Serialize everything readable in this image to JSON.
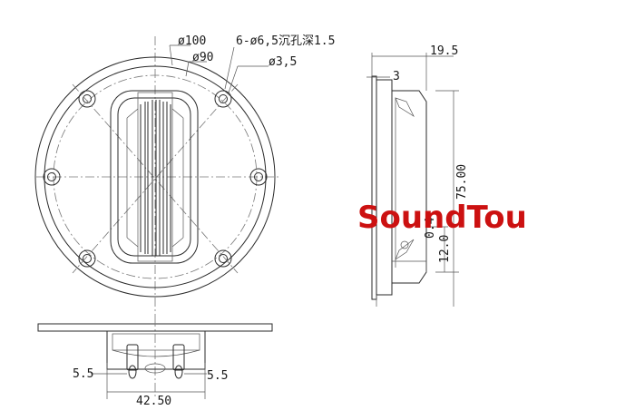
{
  "annotations": {
    "outer_diameter": "ø100",
    "bolt_circle": "ø90",
    "holes": "6-ø6,5沉孔深1.5",
    "pin_hole": "ø3,5",
    "depth_total": "19.5",
    "flange_thickness": "3",
    "height": "75.00",
    "offset_small": "0.4",
    "offset_lower": "12.0",
    "terminal_left": "5.5",
    "terminal_right": "5.5",
    "terminal_span": "42.50"
  },
  "watermark": {
    "text": "SoundTou",
    "color": "#cc1111"
  }
}
